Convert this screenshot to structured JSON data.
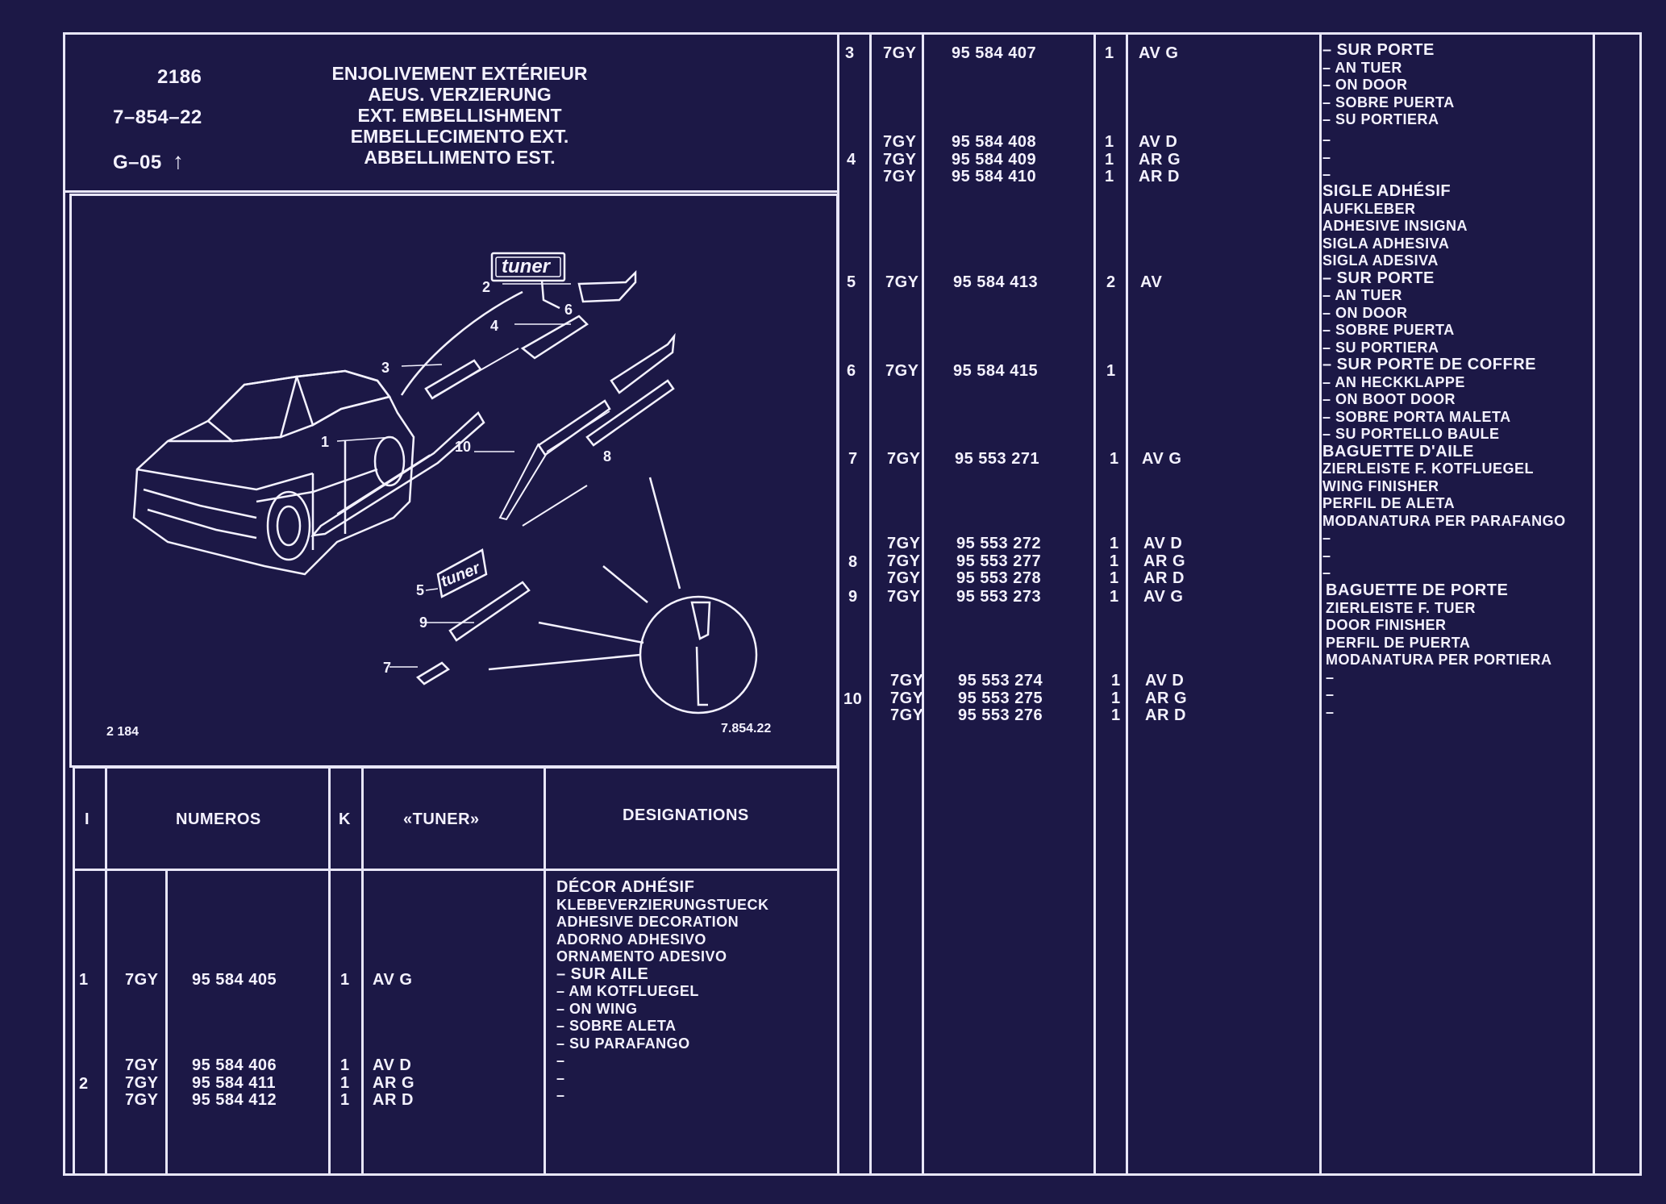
{
  "header": {
    "plate": "2186",
    "ref": "7–854–22",
    "group": "G–05",
    "titles": [
      "ENJOLIVEMENT EXTÉRIEUR",
      "AEUS. VERZIERUNG",
      "EXT. EMBELLISHMENT",
      "EMBELLECIMENTO EXT.",
      "ABBELLIMENTO EST."
    ]
  },
  "figure": {
    "badge": "tuner",
    "callouts": [
      "1",
      "2",
      "3",
      "4",
      "5",
      "6",
      "7",
      "8",
      "9",
      "10"
    ],
    "left_code": "2 184",
    "right_code": "7.854.22"
  },
  "table_header": {
    "col_i": "I",
    "col_numeros": "NUMEROS",
    "col_k": "K",
    "col_tuner": "«TUNER»",
    "col_designations": "DESIGNATIONS"
  },
  "left_rows": [
    {
      "ref": "1",
      "lines": [
        {
          "code": "7GY",
          "num": "95 584 405",
          "k": "1",
          "pos": "AV G"
        }
      ]
    },
    {
      "ref": "2",
      "lines": [
        {
          "code": "7GY",
          "num": "95 584 406",
          "k": "1",
          "pos": "AV D"
        },
        {
          "code": "7GY",
          "num": "95 584 411",
          "k": "1",
          "pos": "AR G"
        },
        {
          "code": "7GY",
          "num": "95 584 412",
          "k": "1",
          "pos": "AR D"
        }
      ]
    }
  ],
  "left_desc": [
    "DÉCOR ADHÉSIF",
    "KLEBEVERZIERUNGSTUECK",
    "ADHESIVE DECORATION",
    "ADORNO ADHESIVO",
    "ORNAMENTO ADESIVO",
    "– SUR AILE",
    "– AM KOTFLUEGEL",
    "– ON  WING",
    "– SOBRE ALETA",
    "– SU PARAFANGO",
    "–",
    "–",
    "–"
  ],
  "right_rows": [
    {
      "ref": "3",
      "lines": [
        {
          "code": "7GY",
          "num": "95 584 407",
          "k": "1",
          "pos": "AV G"
        }
      ]
    },
    {
      "ref": "4",
      "lines": [
        {
          "code": "7GY",
          "num": "95 584 408",
          "k": "1",
          "pos": "AV D"
        },
        {
          "code": "7GY",
          "num": "95 584 409",
          "k": "1",
          "pos": "AR G"
        },
        {
          "code": "7GY",
          "num": "95 584 410",
          "k": "1",
          "pos": "AR D"
        }
      ]
    },
    {
      "ref": "5",
      "lines": [
        {
          "code": "7GY",
          "num": "95 584 413",
          "k": "2",
          "pos": "AV"
        }
      ]
    },
    {
      "ref": "6",
      "lines": [
        {
          "code": "7GY",
          "num": "95 584 415",
          "k": "1",
          "pos": ""
        }
      ]
    },
    {
      "ref": "7",
      "lines": [
        {
          "code": "7GY",
          "num": "95 553 271",
          "k": "1",
          "pos": "AV G"
        }
      ]
    },
    {
      "ref": "8",
      "lines": [
        {
          "code": "7GY",
          "num": "95 553 272",
          "k": "1",
          "pos": "AV D"
        },
        {
          "code": "7GY",
          "num": "95 553 277",
          "k": "1",
          "pos": "AR G"
        },
        {
          "code": "7GY",
          "num": "95 553 278",
          "k": "1",
          "pos": "AR D"
        }
      ]
    },
    {
      "ref": "9",
      "lines": [
        {
          "code": "7GY",
          "num": "95 553 273",
          "k": "1",
          "pos": "AV G"
        }
      ]
    },
    {
      "ref": "10",
      "lines": [
        {
          "code": "7GY",
          "num": "95 553 274",
          "k": "1",
          "pos": "AV D"
        },
        {
          "code": "7GY",
          "num": "95 553 275",
          "k": "1",
          "pos": "AR G"
        },
        {
          "code": "7GY",
          "num": "95 553 276",
          "k": "1",
          "pos": "AR D"
        }
      ]
    }
  ],
  "right_desc": {
    "b1": [
      "– SUR PORTE",
      "– AN TUER",
      "– ON DOOR",
      "– SOBRE PUERTA",
      "– SU PORTIERA"
    ],
    "b2": [
      "–",
      "–",
      "–"
    ],
    "b3": [
      "SIGLE ADHÉSIF",
      "AUFKLEBER",
      "ADHESIVE INSIGNA",
      "SIGLA ADHESIVA",
      "SIGLA ADESIVA",
      "– SUR PORTE",
      "– AN TUER",
      "– ON DOOR",
      "– SOBRE PUERTA",
      "– SU PORTIERA",
      "– SUR PORTE DE COFFRE",
      "– AN HECKKLAPPE",
      "– ON BOOT DOOR",
      "– SOBRE PORTA MALETA",
      "– SU PORTELLO BAULE",
      "BAGUETTE D'AILE",
      "ZIERLEISTE F. KOTFLUEGEL",
      "WING FINISHER",
      "PERFIL DE ALETA",
      "MODANATURA PER PARAFANGO",
      "–",
      "–",
      "–"
    ],
    "b4": [
      "BAGUETTE DE PORTE",
      "ZIERLEISTE F. TUER",
      "DOOR FINISHER",
      "PERFIL DE PUERTA",
      "MODANATURA PER PORTIERA",
      "–",
      "–",
      "–"
    ]
  },
  "colors": {
    "background": "#1c1846",
    "ink": "#f4f2ff"
  }
}
